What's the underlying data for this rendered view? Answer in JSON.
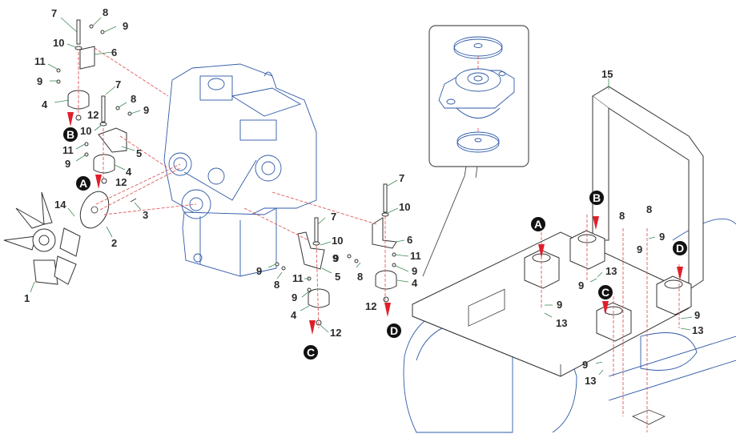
{
  "diagram": {
    "title": "Engine mount exploded view",
    "callouts": [
      {
        "id": "c7a",
        "label": "7"
      },
      {
        "id": "c8a",
        "label": "8"
      },
      {
        "id": "c9a",
        "label": "9"
      },
      {
        "id": "c10a",
        "label": "10"
      },
      {
        "id": "c6a",
        "label": "6"
      },
      {
        "id": "c11a",
        "label": "11"
      },
      {
        "id": "c9b",
        "label": "9"
      },
      {
        "id": "c4a",
        "label": "4"
      },
      {
        "id": "c12a",
        "label": "12"
      },
      {
        "id": "c7b",
        "label": "7"
      },
      {
        "id": "c8b",
        "label": "8"
      },
      {
        "id": "c9c",
        "label": "9"
      },
      {
        "id": "c10b",
        "label": "10"
      },
      {
        "id": "c11b",
        "label": "11"
      },
      {
        "id": "c9d",
        "label": "9"
      },
      {
        "id": "c5a",
        "label": "5"
      },
      {
        "id": "c4b",
        "label": "4"
      },
      {
        "id": "c12b",
        "label": "12"
      },
      {
        "id": "c14",
        "label": "14"
      },
      {
        "id": "c3",
        "label": "3"
      },
      {
        "id": "c2",
        "label": "2"
      },
      {
        "id": "c1",
        "label": "1"
      },
      {
        "id": "c7c",
        "label": "7"
      },
      {
        "id": "c10c",
        "label": "10"
      },
      {
        "id": "c9e",
        "label": "9"
      },
      {
        "id": "c5b",
        "label": "5"
      },
      {
        "id": "c9f",
        "label": "9"
      },
      {
        "id": "c8c",
        "label": "8"
      },
      {
        "id": "c11c",
        "label": "11"
      },
      {
        "id": "c9g",
        "label": "9"
      },
      {
        "id": "c4c",
        "label": "4"
      },
      {
        "id": "c12c",
        "label": "12"
      },
      {
        "id": "c7d",
        "label": "7"
      },
      {
        "id": "c10d",
        "label": "10"
      },
      {
        "id": "c6b",
        "label": "6"
      },
      {
        "id": "c9h",
        "label": "9"
      },
      {
        "id": "c8d",
        "label": "8"
      },
      {
        "id": "c11d",
        "label": "11"
      },
      {
        "id": "c9i",
        "label": "9"
      },
      {
        "id": "c4d",
        "label": "4"
      },
      {
        "id": "c12d",
        "label": "12"
      },
      {
        "id": "c15",
        "label": "15"
      },
      {
        "id": "c8e",
        "label": "8"
      },
      {
        "id": "c8f",
        "label": "8"
      },
      {
        "id": "c9j",
        "label": "9"
      },
      {
        "id": "c9k",
        "label": "9"
      },
      {
        "id": "c13a",
        "label": "13"
      },
      {
        "id": "c9l",
        "label": "9"
      },
      {
        "id": "c9m",
        "label": "9"
      },
      {
        "id": "c13b",
        "label": "13"
      },
      {
        "id": "c9n",
        "label": "9"
      },
      {
        "id": "c13c",
        "label": "13"
      },
      {
        "id": "c9o",
        "label": "9"
      },
      {
        "id": "c13d",
        "label": "13"
      }
    ],
    "letters": {
      "A": "A",
      "B": "B",
      "C": "C",
      "D": "D"
    },
    "colors": {
      "engine_line": "#2f5aa8",
      "hidden_line": "#e05a5a",
      "leader_line": "#3f8a55",
      "arrow": "#e01e2a",
      "badge": "#111111"
    }
  }
}
